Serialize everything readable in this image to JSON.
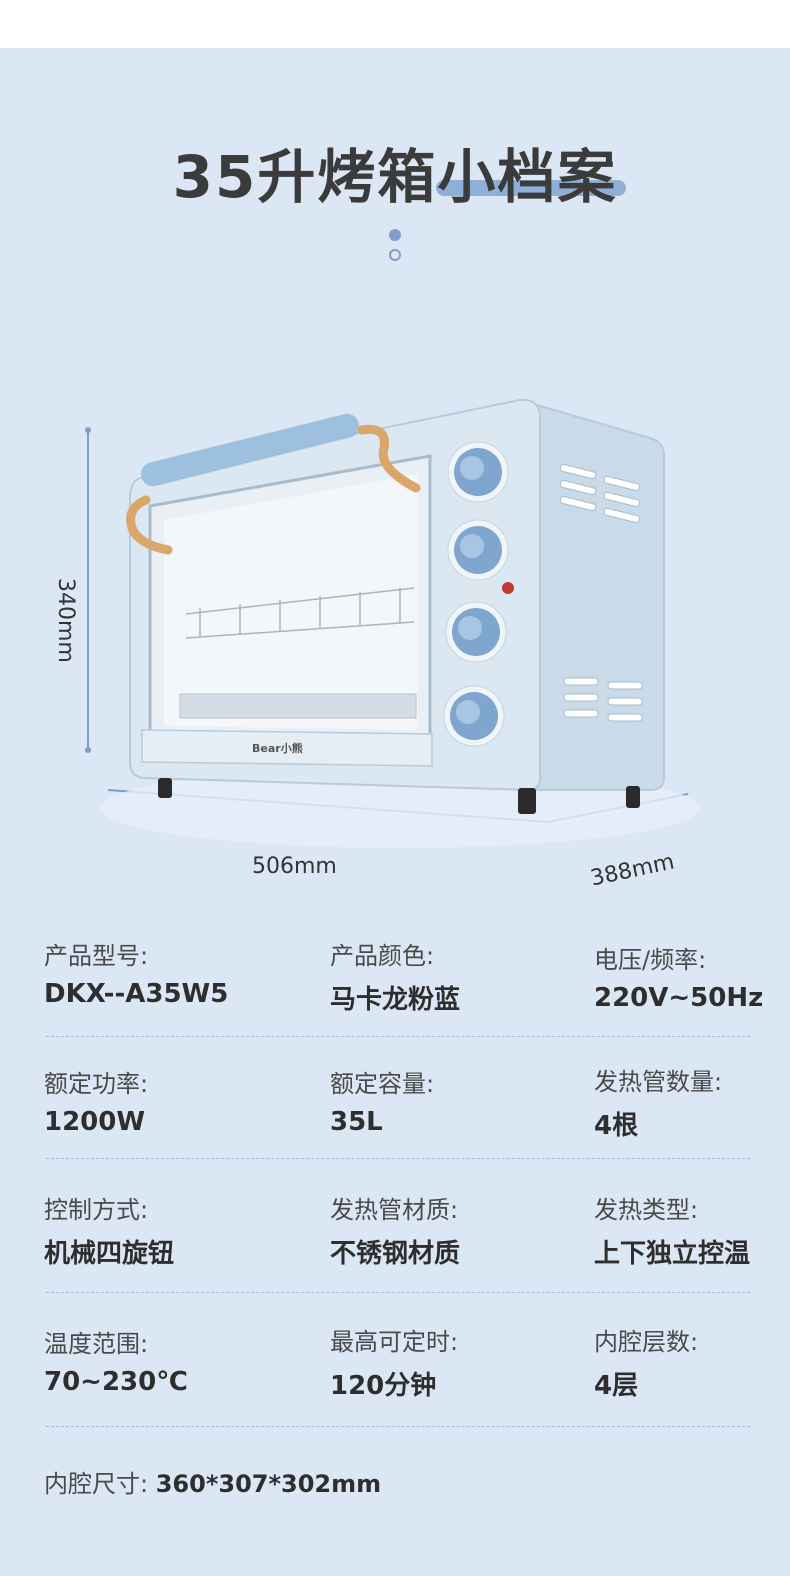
{
  "header": {
    "title": "35升烤箱小档案"
  },
  "product": {
    "brand_mark": "Bear小熊"
  },
  "dimensions": {
    "height": "340mm",
    "width": "506mm",
    "depth": "388mm"
  },
  "specs": [
    {
      "label": "产品型号:",
      "value": "DKX--A35W5"
    },
    {
      "label": "产品颜色:",
      "value": "马卡龙粉蓝"
    },
    {
      "label": "电压/频率:",
      "value": "220V~50Hz"
    },
    {
      "label": "额定功率:",
      "value": "1200W"
    },
    {
      "label": "额定容量:",
      "value": "35L"
    },
    {
      "label": "发热管数量:",
      "value": "4根"
    },
    {
      "label": "控制方式:",
      "value": "机械四旋钮"
    },
    {
      "label": "发热管材质:",
      "value": "不锈钢材质"
    },
    {
      "label": "发热类型:",
      "value": "上下独立控温"
    },
    {
      "label": "温度范围:",
      "value": "70~230℃"
    },
    {
      "label": "最高可定时:",
      "value": "120分钟"
    },
    {
      "label": "内腔层数:",
      "value": "4层"
    }
  ],
  "cavity": {
    "label": "内腔尺寸:",
    "value": "360*307*302mm"
  },
  "colors": {
    "background": "#dce7f5",
    "accent": "#8fb0d6",
    "oven_body": "#d6e4ee",
    "knob": "#7fa6cf",
    "handle": "#d9a76a"
  }
}
